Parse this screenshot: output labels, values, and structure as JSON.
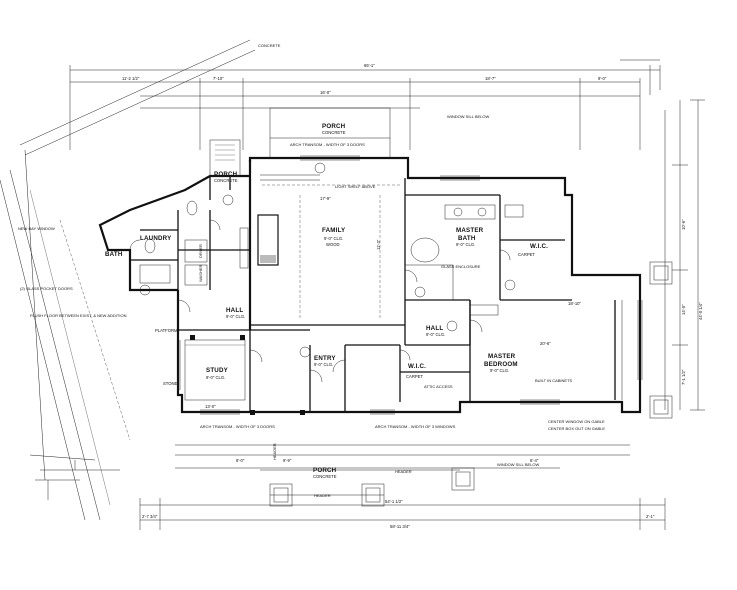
{
  "labels": {
    "concrete_top": "CONCRETE",
    "porch_top": "PORCH",
    "porch_top_sub": "CONCRETE",
    "porch_left": "PORCH",
    "porch_left_sub": "CONCRETE",
    "porch_bottom": "PORCH",
    "porch_bottom_sub": "CONCRETE",
    "family": "FAMILY",
    "family_sub1": "9'-0\" CLG.",
    "family_sub2": "WOOD",
    "master_bath": "MASTER",
    "master_bath2": "BATH",
    "master_bath_sub": "9'-0\" CLG.",
    "wic_right": "W.I.C.",
    "wic_right_sub": "CARPET",
    "master_bedroom": "MASTER",
    "master_bedroom2": "BEDROOM",
    "master_bedroom_sub": "9'-0\" CLG.",
    "hall": "HALL",
    "hall_sub": "9'-0\" CLG.",
    "wic_mid": "W.I.C.",
    "wic_mid_sub": "CARPET",
    "entry": "ENTRY",
    "entry_sub": "9'-0\" CLG.",
    "study": "STUDY",
    "study_sub": "9'-0\" CLG.",
    "laundry": "LAUNDRY",
    "hall_left": "HALL",
    "hall_left_sub": "9'-0\" CLG.",
    "bath_left": "BATH",
    "platform": "PLATFORM",
    "stone": "STONE",
    "header1": "HEADER",
    "header2": "HEADER",
    "header3": "HEADER",
    "attic_access": "ATTIC ACCESS",
    "light_shelf": "LIGHT SHELF ABOVE",
    "window_sill_below": "WINDOW SILL BELOW",
    "window_sill_below2": "WINDOW SILL BELOW",
    "built_in_cabinets": "BUILT IN CABINETS",
    "center_window": "CENTER WINDOW ON GABLE",
    "center_box_out": "CENTER BOX OUT ON GABLE",
    "arch_transom_top": "ARCH TRANSOM - WIDTH OF 3 DOORS",
    "arch_transom_bottom": "ARCH TRANSOM - WIDTH OF 3 DOORS",
    "arch_transom_bottom2": "ARCH TRANSOM - WIDTH OF 3 WINDOWS",
    "glass_enclosure": "GLASS ENCLOSURE",
    "pocket_doors": "(2) GLASS POCKET DOORS",
    "flush_floor": "FLUSH FLOOR BETWEEN EXIST. & NEW ADDITION",
    "new_bay_window": "NEW BAY WINDOW",
    "dryer": "DRYER",
    "washer": "WASHER"
  },
  "dimensions": {
    "overall_top": "65'-1\"",
    "top_a": "11'-2 1/2\"",
    "top_b": "7'-10\"",
    "top_c": "16'-0\"",
    "top_d": "18'-7\"",
    "top_e": "9'-0\"",
    "overall_bottom": "58'-11 3/4\"",
    "bottom_a": "2'-7 3/4\"",
    "bottom_b": "54'-1 1/2\"",
    "bottom_c": "2'-1\"",
    "right_total": "44'-0 1/4\"",
    "right_a": "10'-6\"",
    "right_b": "14'-5\"",
    "right_c": "7'-1 1/2\"",
    "family_w": "17'-9\"",
    "family_h": "11'-3\"",
    "bed_w": "20'-6\"",
    "bed_w2": "18'-10\"",
    "study_w": "13'-0\"",
    "dim_8_0": "8'-0\"",
    "dim_9_9": "9'-9\"",
    "dim_6_4": "6'-4\""
  }
}
